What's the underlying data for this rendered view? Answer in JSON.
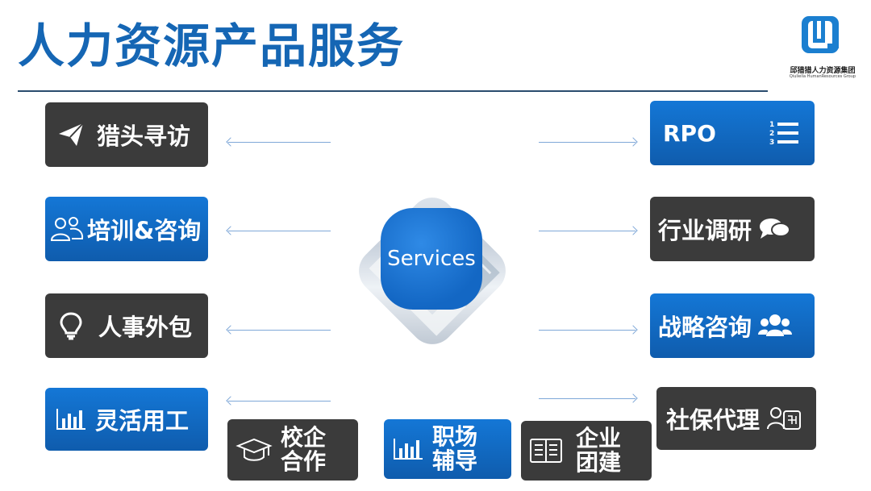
{
  "title": "人力资源产品服务",
  "logo": {
    "name": "邱猎猎人力资源集团",
    "subtitle": "Qiuliella HumanResources Group"
  },
  "center": {
    "label": "Services"
  },
  "services": {
    "headhunting": "猎头寻访",
    "training": "培训&咨询",
    "outsourcing": "人事外包",
    "flexible": "灵活用工",
    "school": "校企\n合作",
    "career": "职场\n辅导",
    "teambuilding": "企业\n团建",
    "rpo": "RPO",
    "research": "行业调研",
    "strategy": "战略咨询",
    "social": "社保代理"
  },
  "colors": {
    "dark": "#3b3b3b",
    "blue": "#1373d1",
    "title": "#1566b4"
  }
}
